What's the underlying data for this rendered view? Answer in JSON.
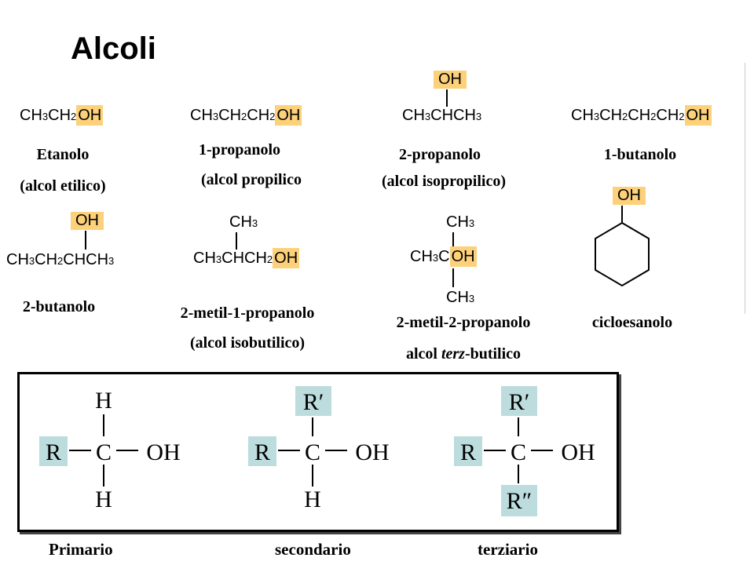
{
  "title": "Alcoli",
  "colors": {
    "highlight": "#fdd17a",
    "rbox": "#bcdcdd",
    "line": "#000000"
  },
  "molecules": [
    {
      "name": "Etanolo",
      "alt": "(alcol etilico)"
    },
    {
      "name": "1-propanolo",
      "alt": "(alcol propilico"
    },
    {
      "name": "2-propanolo",
      "alt": "(alcol isopropilico)"
    },
    {
      "name": "1-butanolo"
    },
    {
      "name": "2-butanolo"
    },
    {
      "name": "2-metil-1-propanolo",
      "alt": "(alcol isobutilico)"
    },
    {
      "name": "2-metil-2-propanolo",
      "alt_prefix": "alcol ",
      "alt_italic": "terz",
      "alt_suffix": "-butilico"
    },
    {
      "name": "cicloesanolo"
    }
  ],
  "formulas": {
    "oh": "OH",
    "ch3": "CH",
    "ch2": "CH",
    "ch": "CH",
    "c": "C",
    "sub2": "2",
    "sub3": "3"
  },
  "classes": [
    {
      "label": "Primario",
      "top": "H",
      "left": "R",
      "center": "C",
      "right": "OH",
      "bottom": "H"
    },
    {
      "label": "secondario",
      "top": "R′",
      "left": "R",
      "center": "C",
      "right": "OH",
      "bottom": "H"
    },
    {
      "label": "terziario",
      "top": "R′",
      "left": "R",
      "center": "C",
      "right": "OH",
      "bottom": "R″"
    }
  ]
}
